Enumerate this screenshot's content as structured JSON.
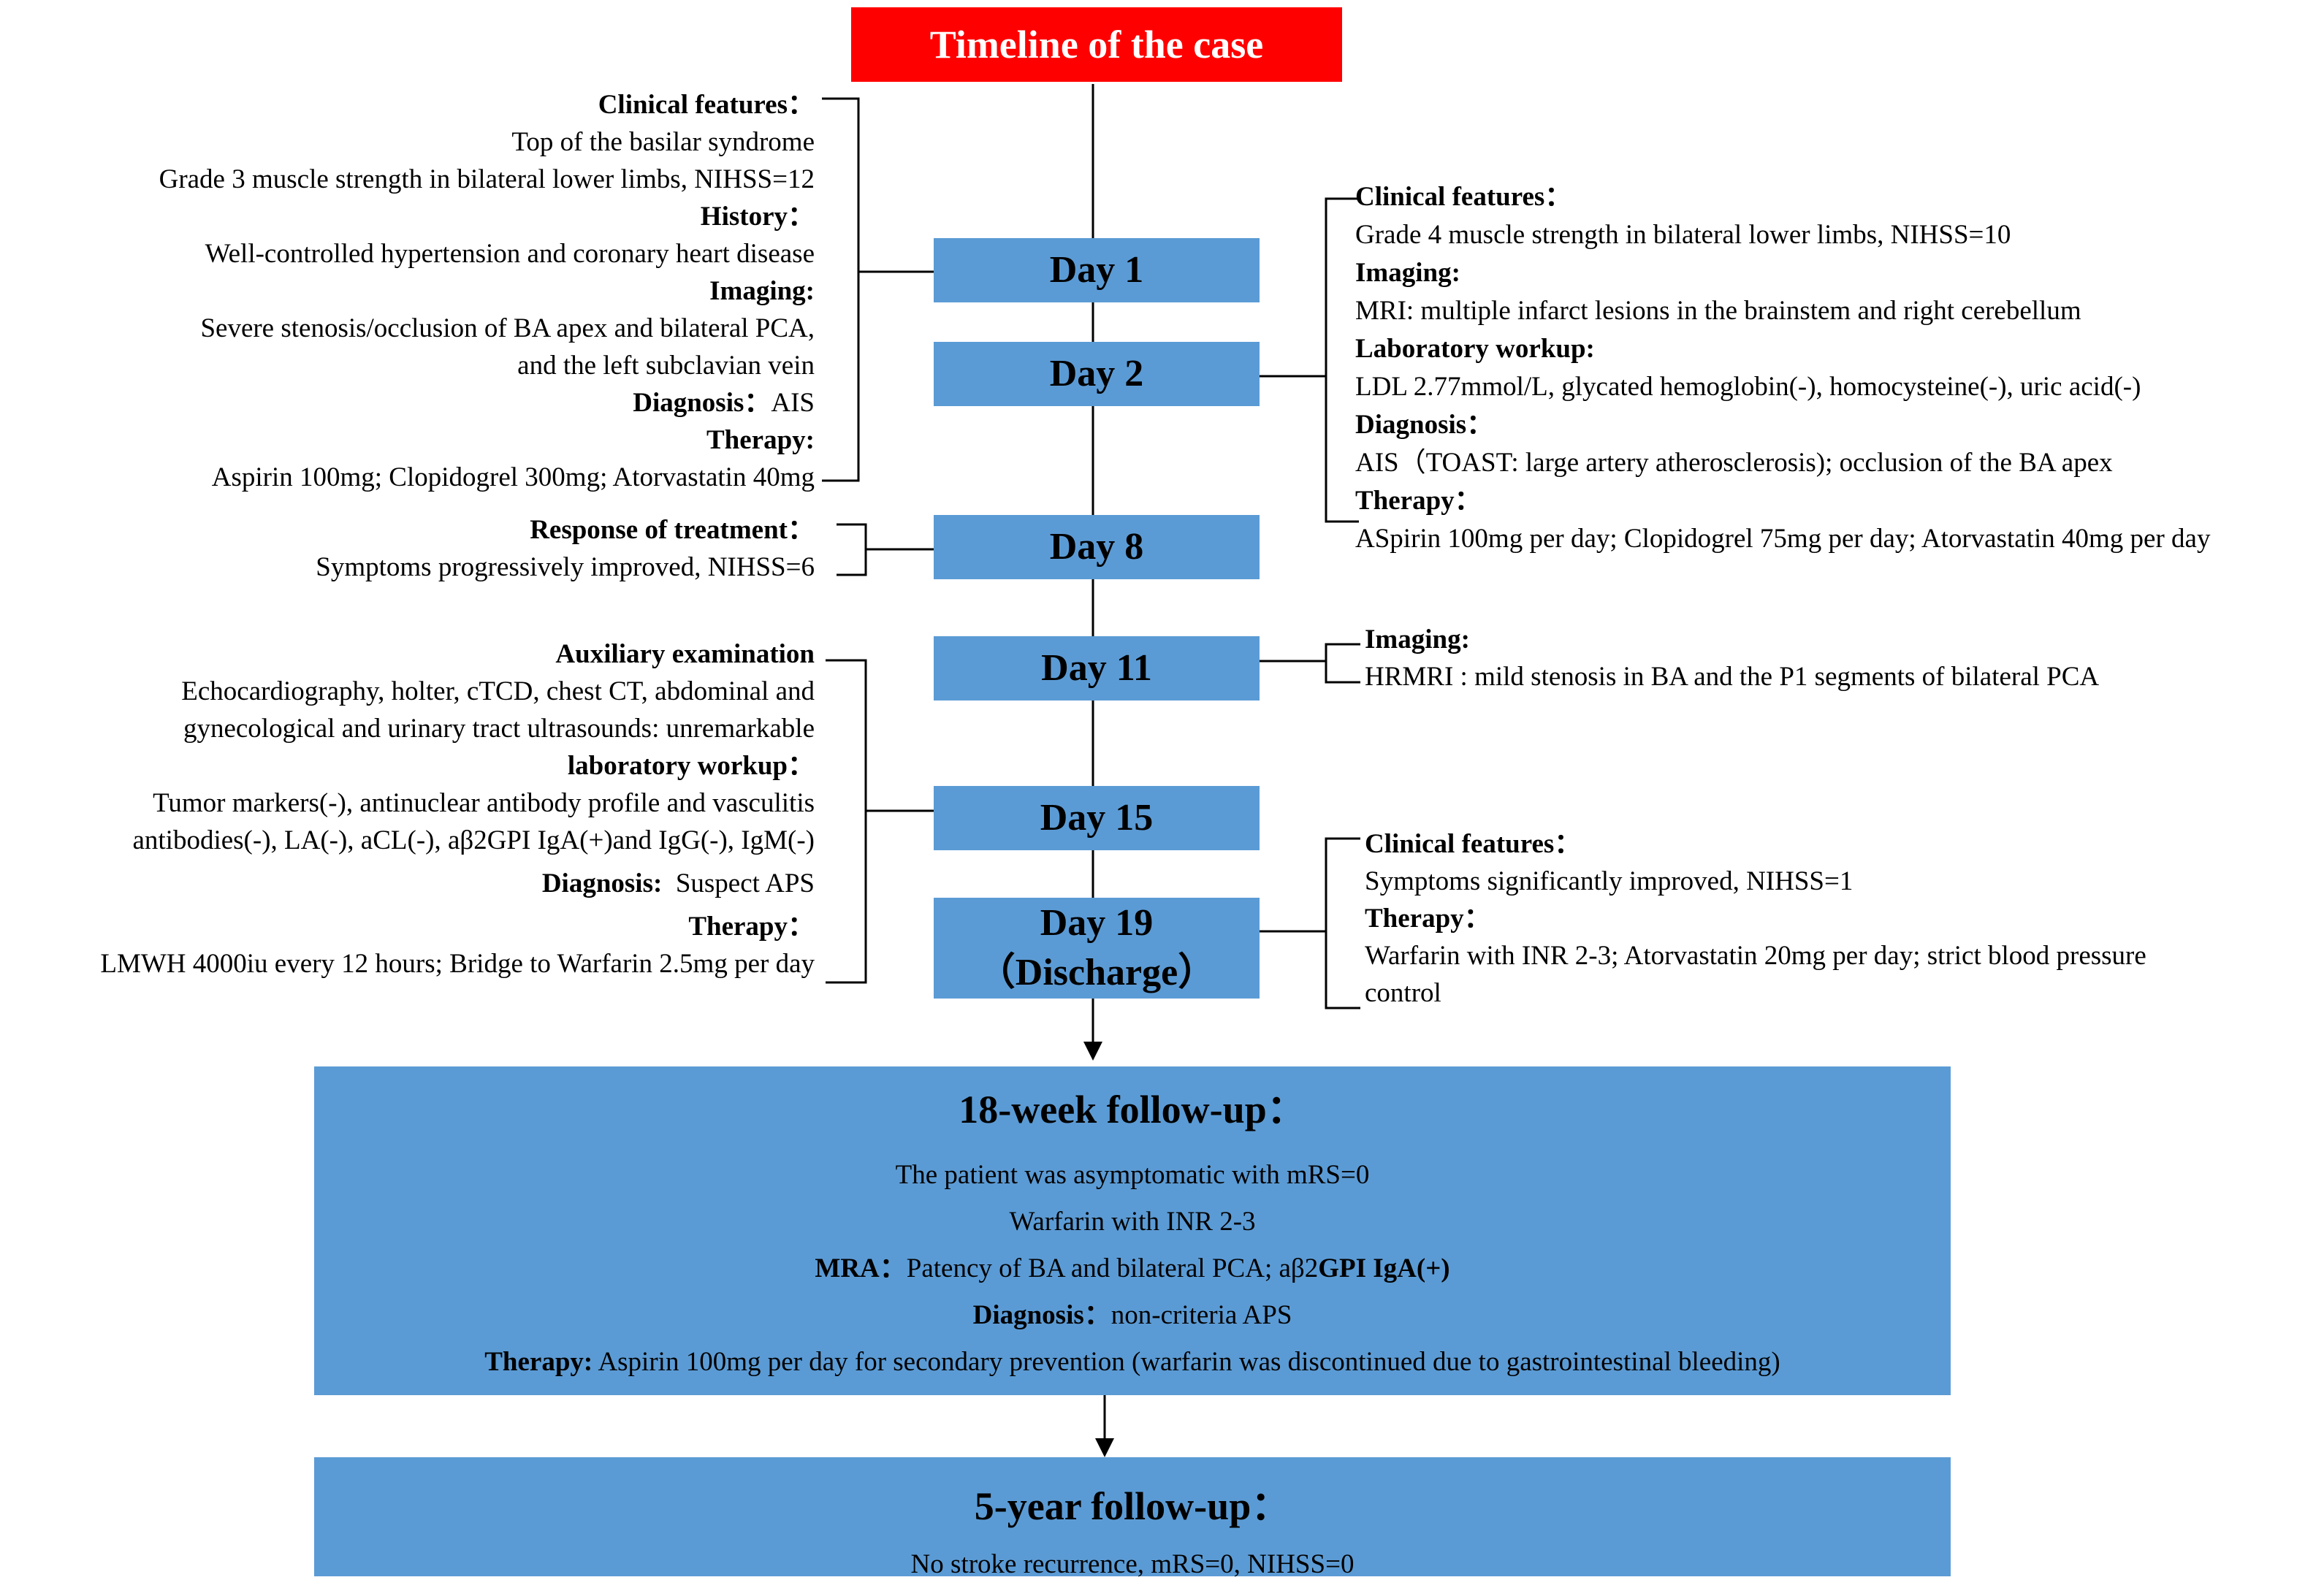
{
  "title": "Timeline of the case",
  "days": [
    {
      "id": "day1",
      "label": "Day 1"
    },
    {
      "id": "day2",
      "label": "Day 2"
    },
    {
      "id": "day8",
      "label": "Day 8"
    },
    {
      "id": "day11",
      "label": "Day 11"
    },
    {
      "id": "day15",
      "label": "Day 15"
    },
    {
      "id": "day19",
      "label": "Day 19",
      "sublabel": "（Discharge）"
    }
  ],
  "notes": {
    "day1": {
      "lines": [
        {
          "bold": true,
          "text": "Clinical features："
        },
        {
          "bold": false,
          "text": "Top of the basilar syndrome"
        },
        {
          "bold": false,
          "text": "Grade 3  muscle strength in bilateral lower limbs, NIHSS=12"
        },
        {
          "bold": true,
          "text": "History："
        },
        {
          "bold": false,
          "text": "Well-controlled hypertension and coronary heart disease"
        },
        {
          "bold": true,
          "text": "Imaging:"
        },
        {
          "bold": false,
          "text": "Severe stenosis/occlusion of BA apex and  bilateral PCA,"
        },
        {
          "bold": false,
          "text": "and the left subclavian vein"
        },
        {
          "bold": true,
          "text": "Diagnosis：",
          "tail": "AIS"
        },
        {
          "bold": true,
          "text": "Therapy:"
        },
        {
          "bold": false,
          "text": "Aspirin 100mg; Clopidogrel 300mg; Atorvastatin 40mg"
        }
      ]
    },
    "day2": {
      "lines": [
        {
          "bold": true,
          "text": "Clinical features："
        },
        {
          "bold": false,
          "text": "Grade 4 muscle strength in bilateral lower limbs, NIHSS=10"
        },
        {
          "bold": true,
          "text": "Imaging:"
        },
        {
          "bold": false,
          "text": "MRI: multiple infarct lesions in the brainstem and  right cerebellum"
        },
        {
          "bold": true,
          "text": "Laboratory workup:"
        },
        {
          "bold": false,
          "text": "LDL 2.77mmol/L, glycated hemoglobin(-), homocysteine(-), uric acid(-)"
        },
        {
          "bold": true,
          "text": "Diagnosis："
        },
        {
          "bold": false,
          "text": "AIS（TOAST: large artery atherosclerosis); occlusion of the BA apex"
        },
        {
          "bold": true,
          "text": "Therapy："
        },
        {
          "bold": false,
          "text": "ASpirin 100mg per day; Clopidogrel 75mg per day; Atorvastatin 40mg per day"
        }
      ]
    },
    "day8": {
      "lines": [
        {
          "bold": true,
          "text": "Response of treatment："
        },
        {
          "bold": false,
          "text": "Symptoms progressively improved, NIHSS=6"
        }
      ]
    },
    "day11": {
      "lines": [
        {
          "bold": true,
          "text": "Imaging:"
        },
        {
          "bold": false,
          "text": " HRMRI : mild stenosis in BA and the P1 segments of bilateral PCA"
        }
      ]
    },
    "day15": {
      "lines": [
        {
          "bold": true,
          "text": "Auxiliary examination"
        },
        {
          "bold": false,
          "text": "Echocardiography, holter, cTCD,  chest CT, abdominal and"
        },
        {
          "bold": false,
          "text": "gynecological and urinary tract ultrasounds: unremarkable"
        },
        {
          "bold": true,
          "text": "laboratory workup："
        },
        {
          "bold": false,
          "text": "Tumor markers(-), antinuclear antibody profile and vasculitis"
        },
        {
          "bold": false,
          "text": "antibodies(-),  LA(-),  aCL(-),  aβ2GPI IgA(+)and IgG(-), IgM(-)"
        },
        {
          "bold": true,
          "text": "Diagnosis:",
          "tail": "Suspect APS"
        },
        {
          "bold": true,
          "text": "Therapy："
        },
        {
          "bold": false,
          "text": "LMWH 4000iu every 12 hours; Bridge to Warfarin 2.5mg per day"
        }
      ]
    },
    "day19": {
      "lines": [
        {
          "bold": true,
          "text": "Clinical features："
        },
        {
          "bold": false,
          "text": "Symptoms significantly improved, NIHSS=1"
        },
        {
          "bold": true,
          "text": "Therapy："
        },
        {
          "bold": false,
          "text": "Warfarin with INR 2-3; Atorvastatin 20mg per day; strict blood pressure"
        },
        {
          "bold": false,
          "text": "control"
        }
      ]
    }
  },
  "followup18": {
    "title": "18-week follow-up：",
    "lines": [
      {
        "label": "",
        "text": "The patient was asymptomatic with mRS=0"
      },
      {
        "label": "",
        "text": "Warfarin with INR 2-3"
      },
      {
        "label": "MRA：",
        "text": "Patency of BA and bilateral PCA; aβ2",
        "bold_tail": "GPI IgA(+)"
      },
      {
        "label": "Diagnosis：",
        "text": "non-criteria APS"
      },
      {
        "label": "Therapy:",
        "text": " Aspirin 100mg per day for secondary prevention (warfarin was discontinued due to gastrointestinal bleeding)"
      }
    ]
  },
  "followup5y": {
    "title": "5-year follow-up：",
    "lines": [
      {
        "label": "",
        "text": "No stroke recurrence, mRS=0, NIHSS=0"
      }
    ]
  },
  "colors": {
    "title_bg": "#ff0000",
    "box_bg": "#5b9bd5",
    "line": "#000000"
  }
}
